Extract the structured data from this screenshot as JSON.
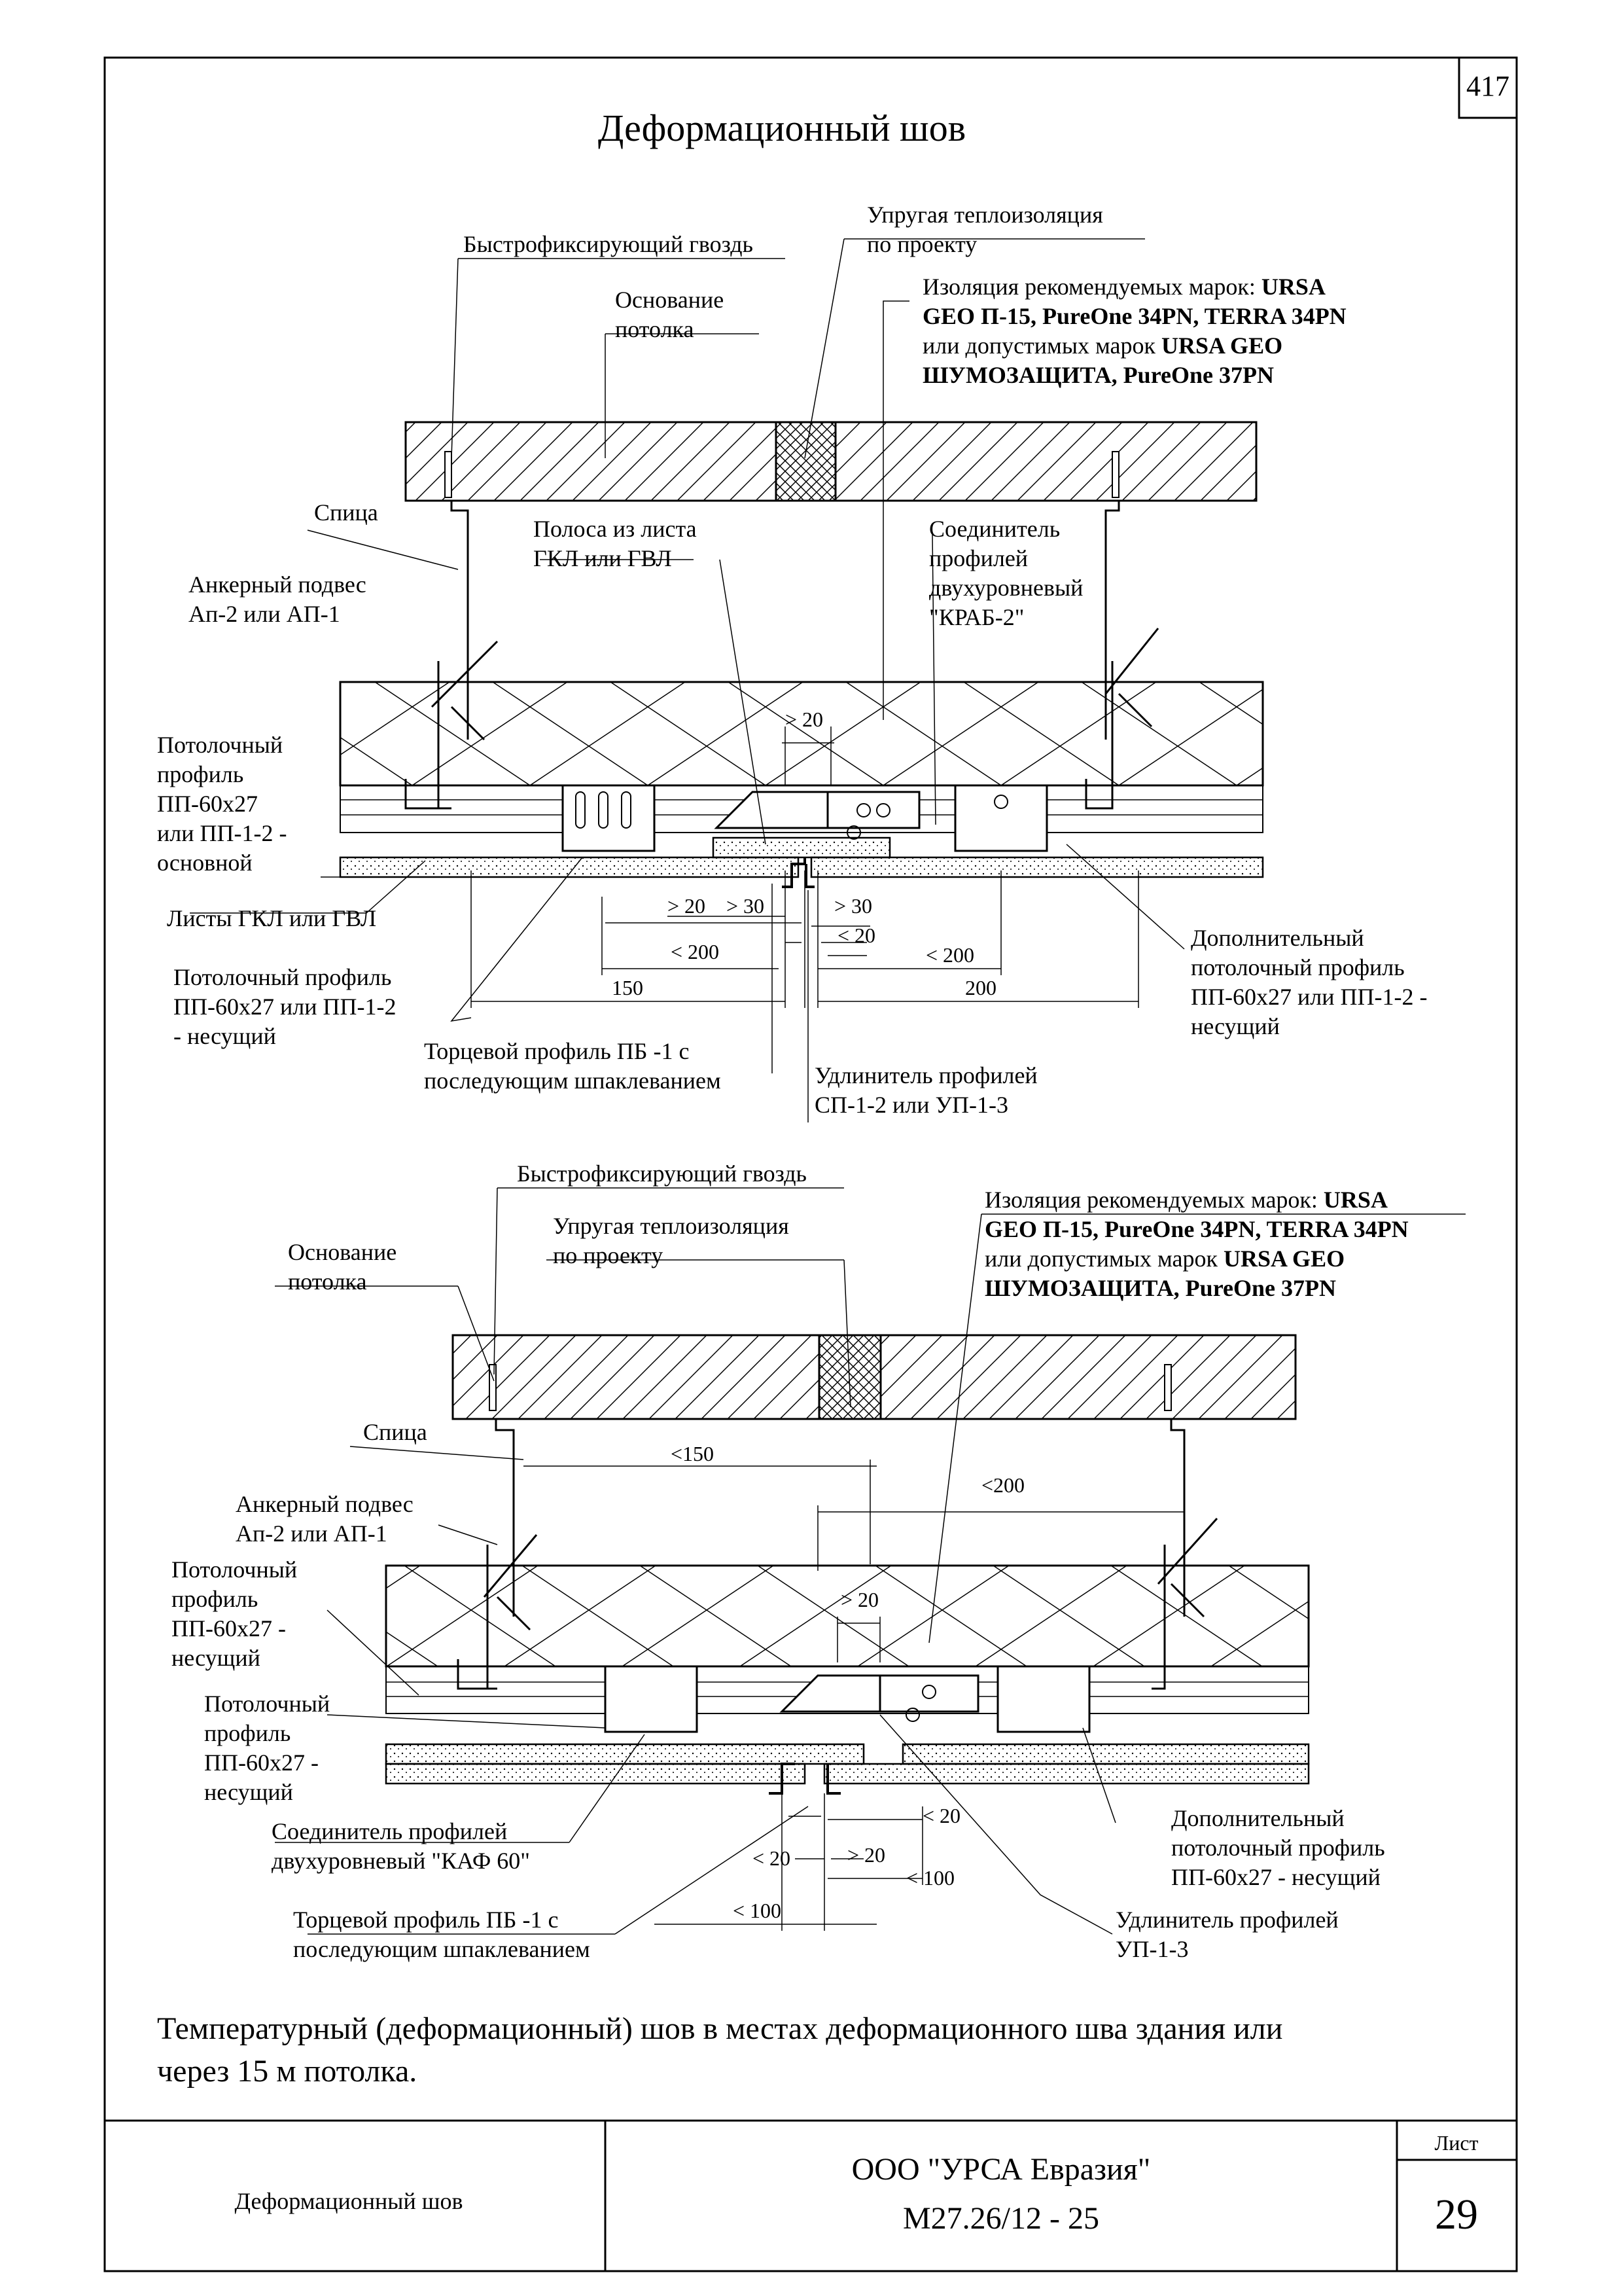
{
  "page_number": "417",
  "title": "Деформационный шов",
  "top": {
    "nail": "Быстрофиксирующий гвоздь",
    "elastic_1": "Упругая теплоизоляция",
    "elastic_2": "по проекту",
    "ins_1a": "Изоляция рекомендуемых марок: ",
    "ins_1b": "URSA",
    "ins_2": "GEO П-15, PureOne 34PN, TERRA 34PN",
    "ins_3a": "или допустимых марок ",
    "ins_3b": "URSA GEO",
    "ins_4": "ШУМОЗАЩИТА, PureOne 37PN",
    "base_1": "Основание",
    "base_2": "потолка",
    "spoke": "Спица",
    "strip_1": "Полоса из листа",
    "strip_2": "ГКЛ или ГВЛ",
    "conn_1": "Соединитель",
    "conn_2": "профилей",
    "conn_3": "двухуровневый",
    "conn_4": "\"КРАБ-2\"",
    "anchor_1": "Анкерный подвес",
    "anchor_2": "Ап-2 или АП-1",
    "ceil_1": "Потолочный",
    "ceil_2": "профиль",
    "ceil_3": "ПП-60х27",
    "ceil_4": "или ПП-1-2 -",
    "ceil_5": "основной",
    "sheets": "Листы ГКЛ или ГВЛ",
    "bear_1": "Потолочный профиль",
    "bear_2": "ПП-60х27 или ПП-1-2",
    "bear_3": "- несущий",
    "end_1": "Торцевой профиль ПБ -1 с",
    "end_2": "последующим шпаклеванием",
    "ext_1": "Удлинитель профилей",
    "ext_2": "СП-1-2 или УП-1-3",
    "add_1": "Дополнительный",
    "add_2": "потолочный профиль",
    "add_3": "ПП-60х27 или ПП-1-2 -",
    "add_4": "несущий",
    "d_gt20": "> 20",
    "d_gt20b": "> 20",
    "d_gt30": "> 30",
    "d_gt30b": "> 30",
    "d_lt20": "< 20",
    "d_lt200": "< 200",
    "d_lt200b": "< 200",
    "d_150": "150",
    "d_200": "200"
  },
  "bottom": {
    "nail": "Быстрофиксирующий гвоздь",
    "ins_1a": "Изоляция рекомендуемых марок: ",
    "ins_1b": "URSA",
    "ins_2": "GEO П-15, PureOne 34PN, TERRA 34PN",
    "ins_3a": "или допустимых марок ",
    "ins_3b": "URSA GEO",
    "ins_4": "ШУМОЗАЩИТА, PureOne 37PN",
    "elastic_1": "Упругая теплоизоляция",
    "elastic_2": "по проекту",
    "base_1": "Основание",
    "base_2": "потолка",
    "spoke": "Спица",
    "anchor_1": "Анкерный подвес",
    "anchor_2": "Ап-2 или АП-1",
    "ceil_a1": "Потолочный",
    "ceil_a2": "профиль",
    "ceil_a3": "ПП-60х27 -",
    "ceil_a4": "несущий",
    "ceil_b1": "Потолочный",
    "ceil_b2": "профиль",
    "ceil_b3": "ПП-60х27 -",
    "ceil_b4": "несущий",
    "conn_1": "Соединитель профилей",
    "conn_2": "двухуровневый \"КАФ 60\"",
    "end_1": "Торцевой профиль ПБ -1 с",
    "end_2": "последующим шпаклеванием",
    "add_1": "Дополнительный",
    "add_2": "потолочный профиль",
    "add_3": "ПП-60х27 - несущий",
    "ext_1": "Удлинитель профилей",
    "ext_2": "УП-1-3",
    "d_lt150": "<150",
    "d_lt200": "<200",
    "d_gt20": "> 20",
    "d_gt20b": "> 20",
    "d_lt20": "< 20",
    "d_lt20b": "< 20",
    "d_lt100": "< 100",
    "d_lt100b": "< 100"
  },
  "caption_1": "Температурный (деформационный) шов  в местах  деформационного шва здания или",
  "caption_2": "через 15 м потолка.",
  "stamp": {
    "left": "Деформационный шов",
    "org": "ООО \"УРСА Евразия\"",
    "code": "М27.26/12 - 25",
    "sheet_label": "Лист",
    "sheet_number": "29"
  }
}
